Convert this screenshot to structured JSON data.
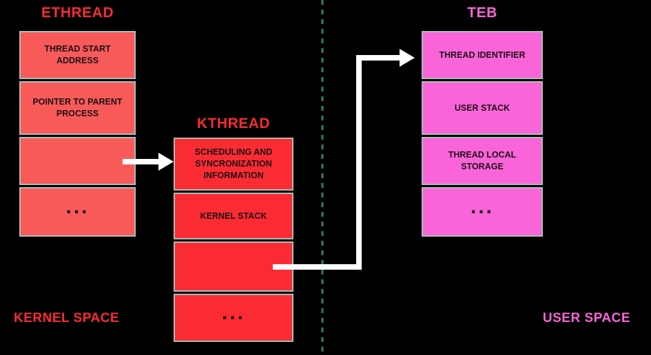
{
  "ethread": {
    "title": "ETHREAD",
    "boxes": [
      "THREAD START ADDRESS",
      "POINTER TO PARENT PROCESS",
      "",
      "..."
    ]
  },
  "kthread": {
    "title": "KTHREAD",
    "boxes": [
      "SCHEDULING AND SYNCRONIZATION INFORMATION",
      "KERNEL STACK",
      "",
      "..."
    ]
  },
  "teb": {
    "title": "TEB",
    "boxes": [
      "THREAD IDENTIFIER",
      "USER STACK",
      "THREAD LOCAL STORAGE",
      "..."
    ]
  },
  "labels": {
    "kernel_space": "KERNEL SPACE",
    "user_space": "USER SPACE"
  },
  "colors": {
    "red": "#fb2b33",
    "salmon": "#f85a5a",
    "pink": "#f964d9",
    "border": "#a9beb9",
    "divider": "#2e8070",
    "arrow": "#ffffff",
    "text_dark": "#1f1014"
  }
}
